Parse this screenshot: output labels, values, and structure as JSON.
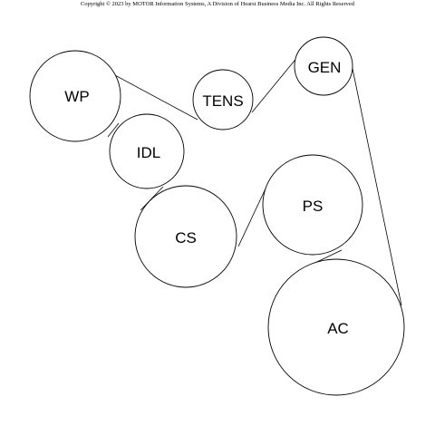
{
  "copyright": "Copyright © 2023 by MOTOR Information Systems, A Division of Hearst Business Media Inc. All Rights Reserved",
  "pulleys": [
    {
      "id": "wp",
      "label": "WP"
    },
    {
      "id": "tens",
      "label": "TENS"
    },
    {
      "id": "gen",
      "label": "GEN"
    },
    {
      "id": "idl",
      "label": "IDL"
    },
    {
      "id": "cs",
      "label": "CS"
    },
    {
      "id": "ps",
      "label": "PS"
    },
    {
      "id": "ac",
      "label": "AC"
    }
  ]
}
